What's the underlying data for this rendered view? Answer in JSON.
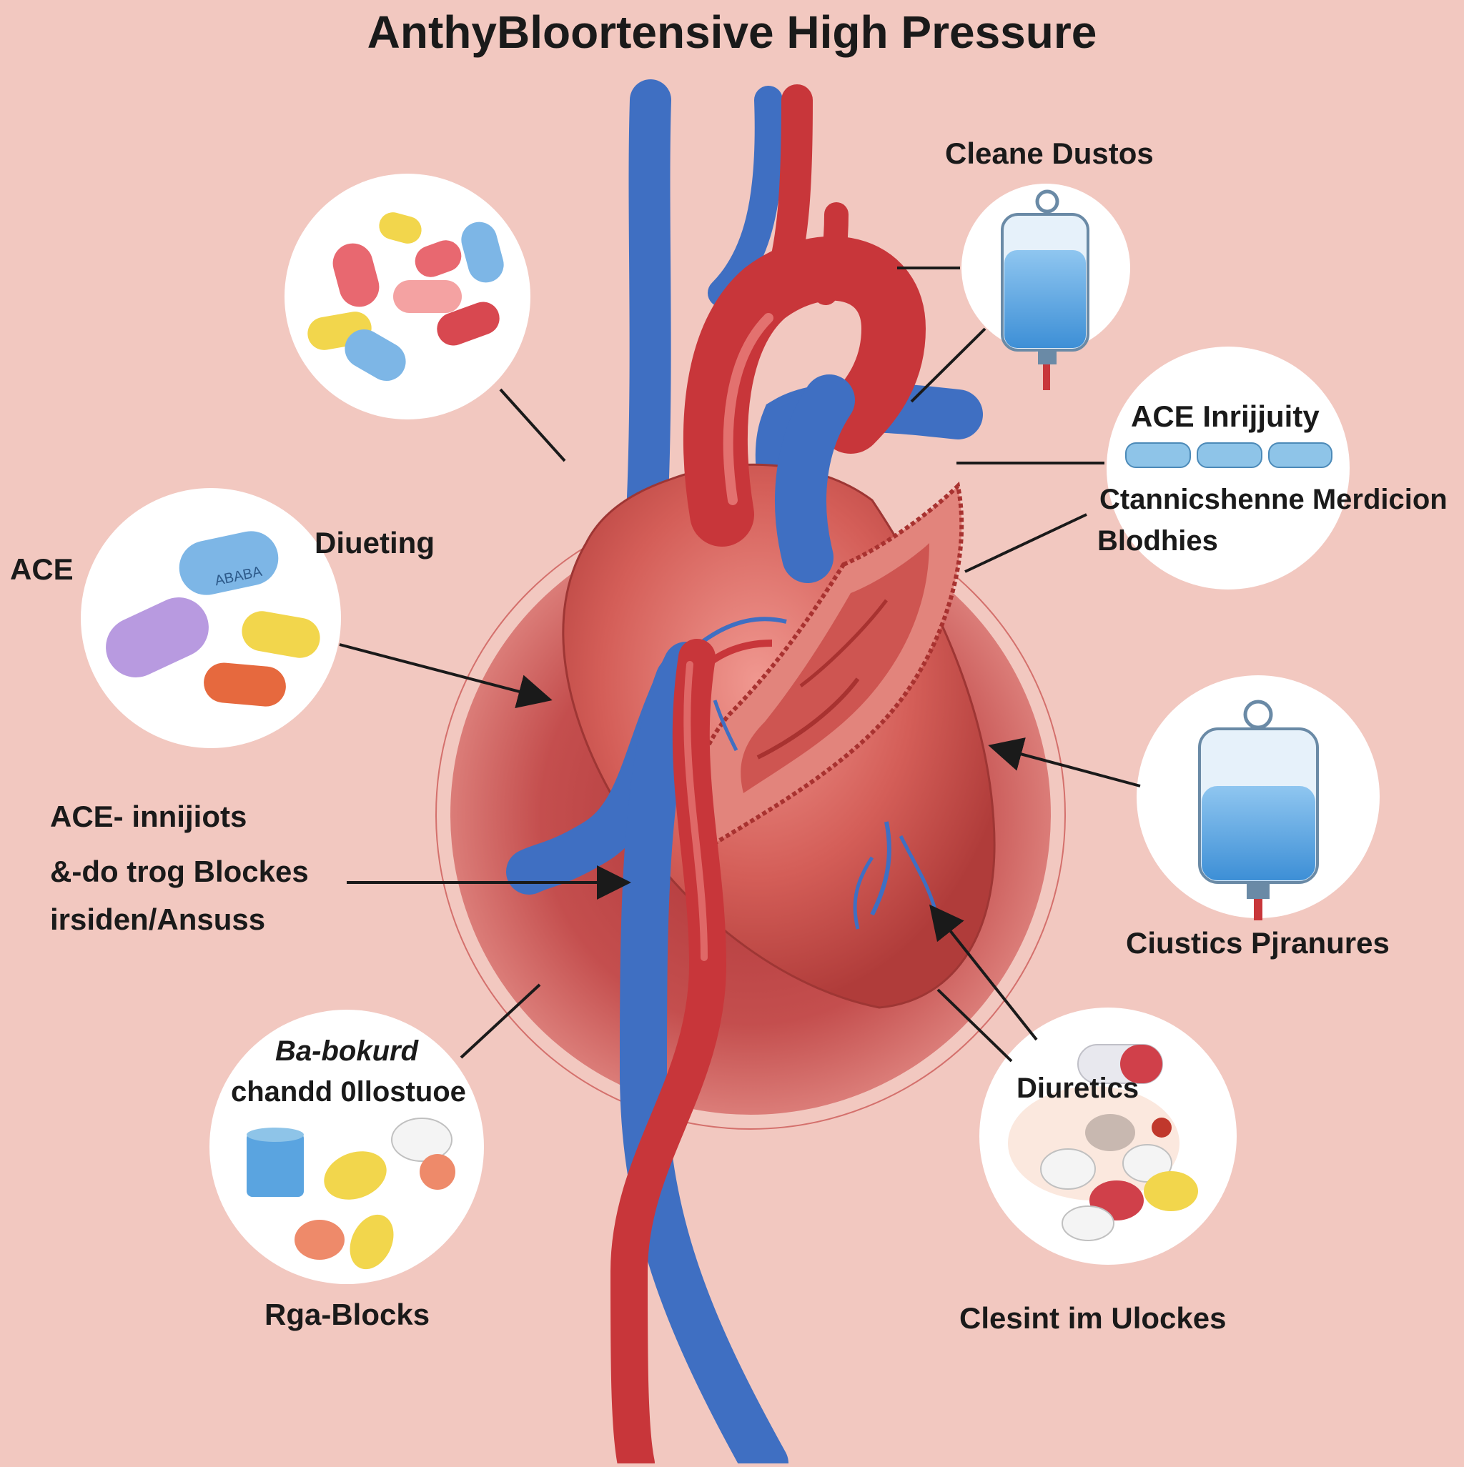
{
  "title": "AnthyBloortensive High Pressure",
  "labels": {
    "cleane_dustos": "Cleane Dustos",
    "ace_injury": "ACE Inrijjuity",
    "ctannic_line1": "Ctannicshenne Merdicion",
    "ctannic_line2": "Blodhies",
    "ace_left": "ACE",
    "dieting": "Diueting",
    "ace_inhibitors_line1": "ACE- innijiots",
    "ace_inhibitors_line2": "&-do trog Blockes",
    "ace_inhibitors_line3": "irsiden/Ansuss",
    "ciustics": "Ciustics Pjranures",
    "ba_bokurd_line1": "Ba-bokurd",
    "ba_bokurd_line2": "chandd 0llostuoe",
    "diuretics": "Diuretics",
    "rga_blocks": "Rga-Blocks",
    "clesint": "Clesint im Ulockes"
  },
  "pill_marking": "ABABA",
  "colors": {
    "background": "#f2c8c0",
    "artery_red": "#c8363a",
    "vein_blue": "#3f6fc2",
    "heart_red": "#d05a56",
    "halo": "#c84a48",
    "callout_fill": "#ffffff",
    "iv_fluid": "#5aa4e0"
  }
}
